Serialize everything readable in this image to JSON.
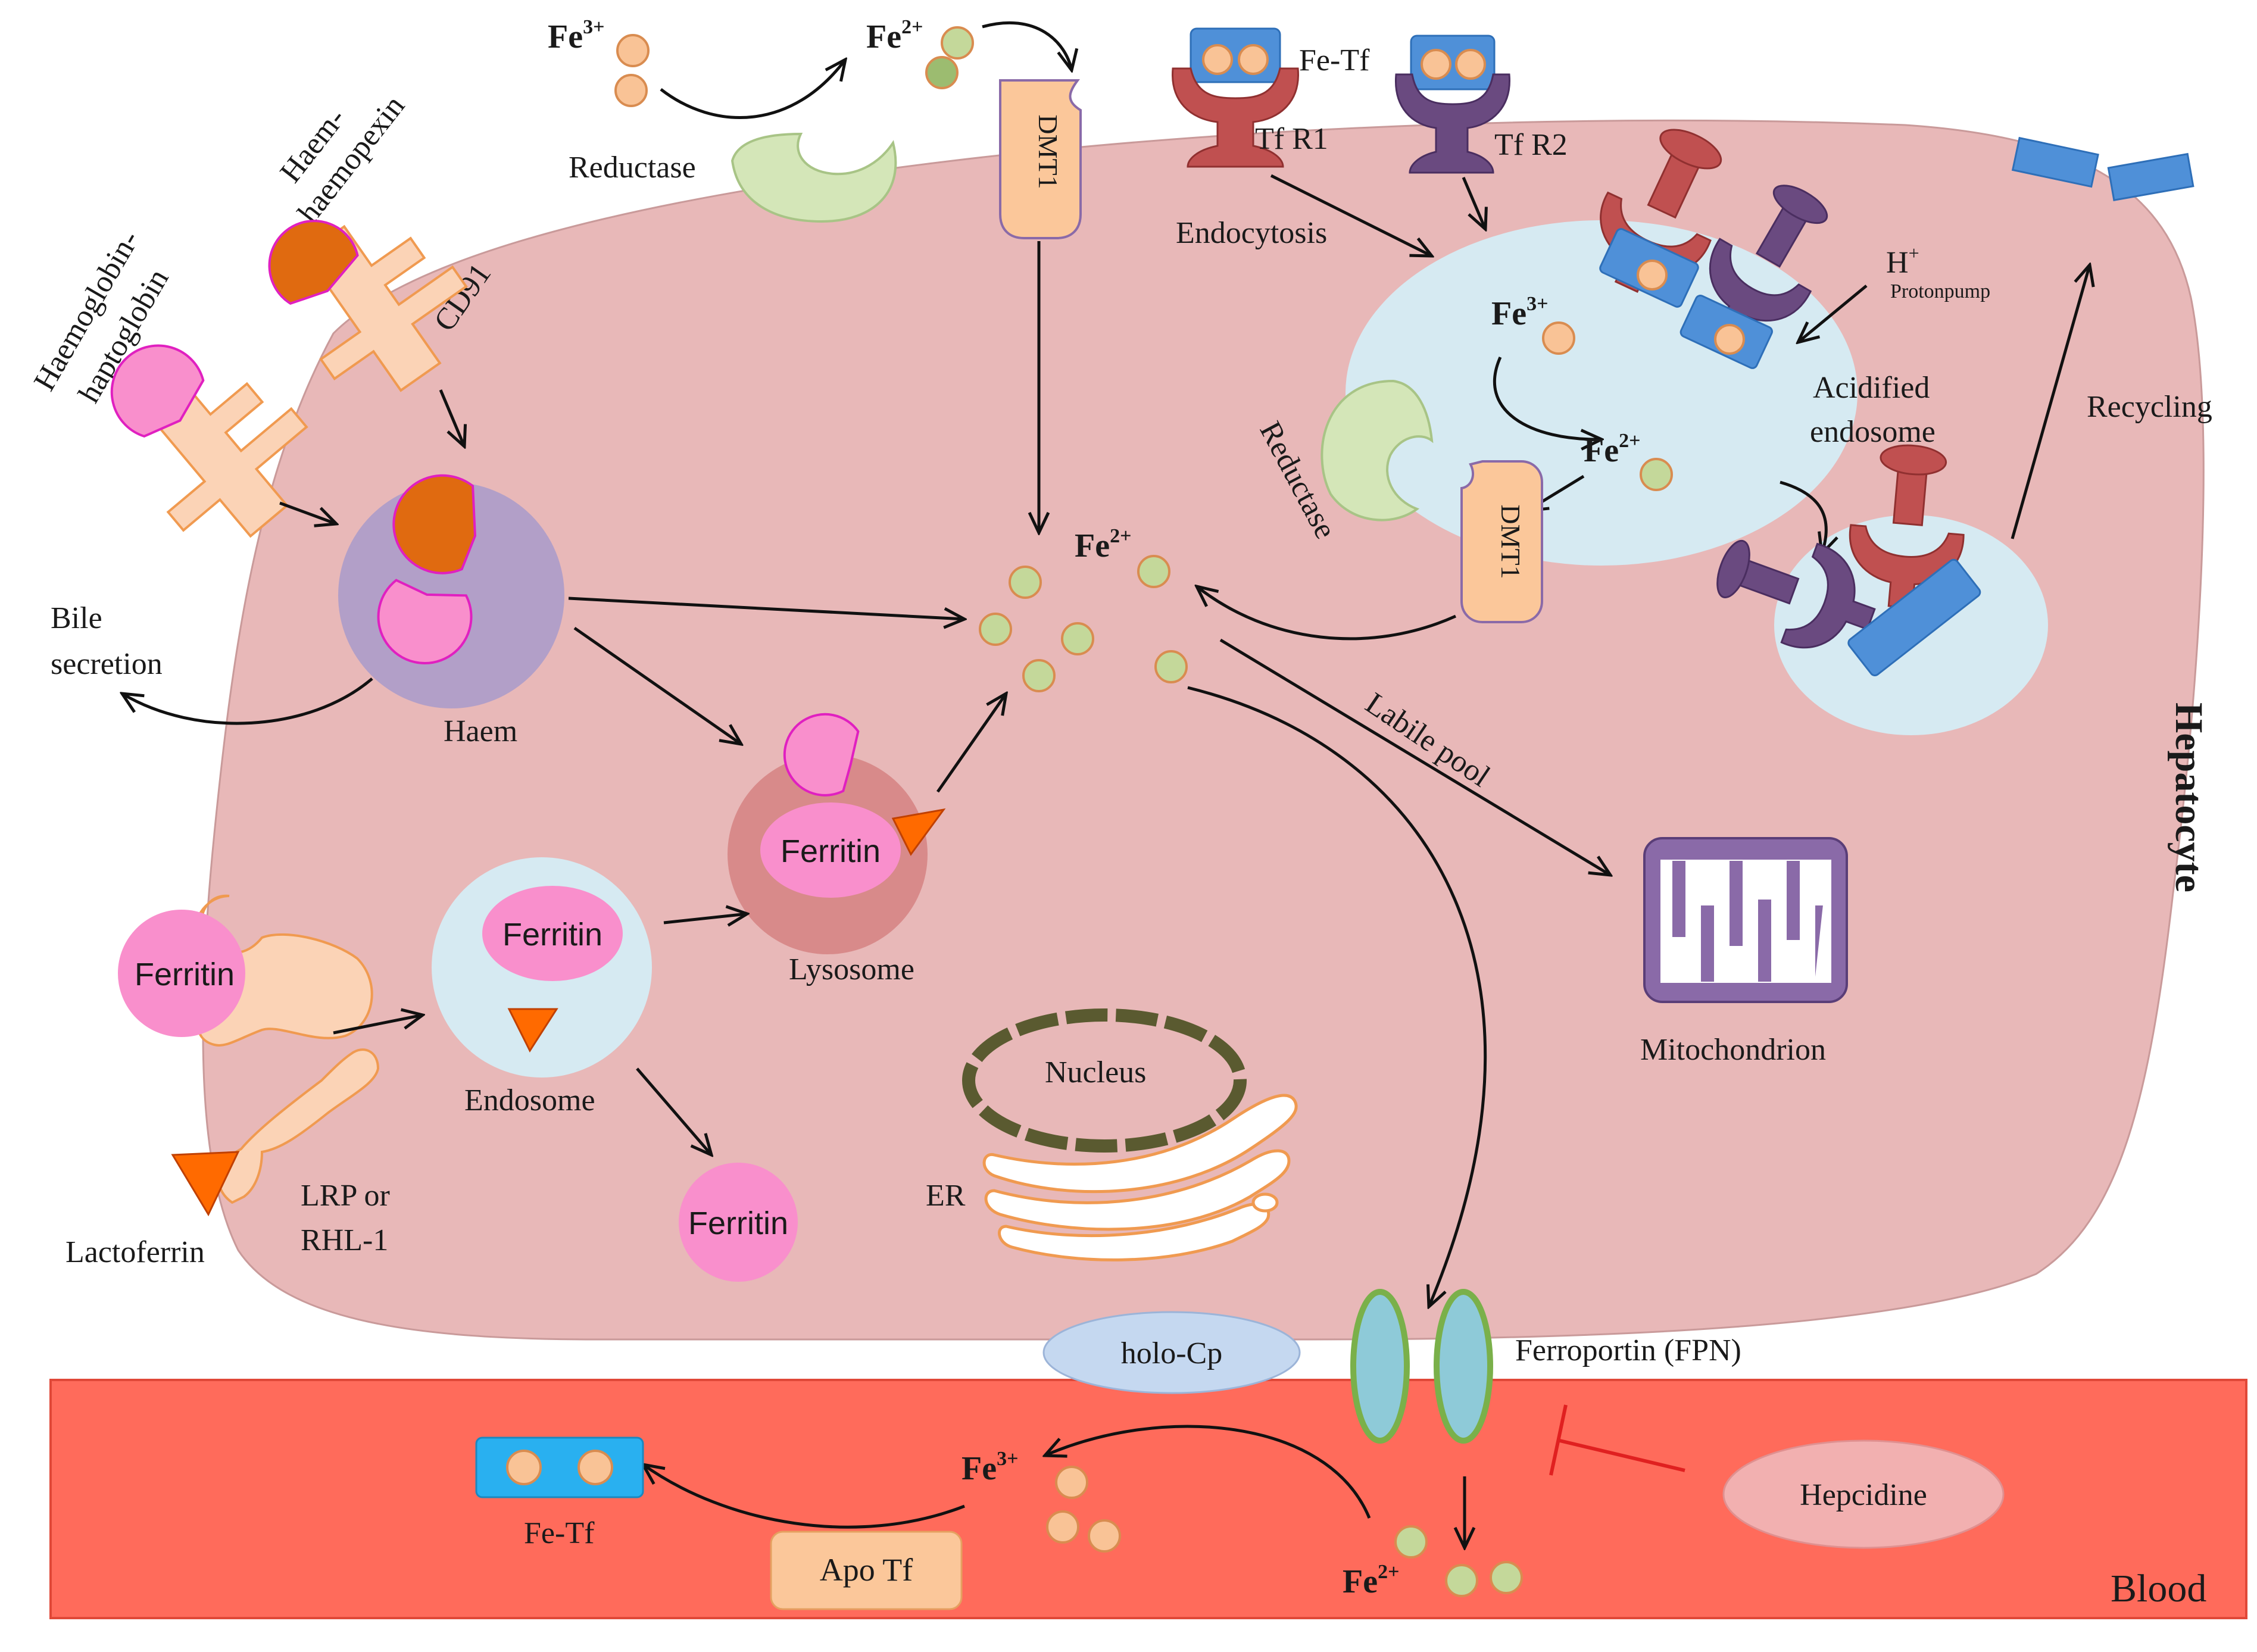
{
  "labels": {
    "fe3_top": "Fe",
    "fe3_top_sup": "3+",
    "fe2_top": "Fe",
    "fe2_top_sup": "2+",
    "reductase_top": "Reductase",
    "dmt1_top": "DMT1",
    "fe_tf_top": "Fe-Tf",
    "tfr1": "Tf R1",
    "tfr2": "Tf R2",
    "endocytosis": "Endocytosis",
    "h_plus": "H",
    "h_plus_sup": "+",
    "protonpump": "Protonpump",
    "acidified_endosome_1": "Acidified",
    "acidified_endosome_2": "endosome",
    "recycling": "Recycling",
    "haem_haemopexin_1": "Haem-",
    "haem_haemopexin_2": "haemopexin",
    "cd91": "CD91",
    "haemoglobin_haptoglobin_1": "Haemoglobin-",
    "haemoglobin_haptoglobin_2": "haptoglobin",
    "fe3_endo": "Fe",
    "fe3_endo_sup": "3+",
    "fe2_endo": "Fe",
    "fe2_endo_sup": "2+",
    "reductase_endo": "Reductase",
    "dmt1_endo": "DMT1",
    "fe2_pool": "Fe",
    "fe2_pool_sup": "2+",
    "bile_1": "Bile",
    "bile_2": "secretion",
    "haem": "Haem",
    "labile_pool": "Labile pool",
    "hepatocyte": "Hepatocyte",
    "ferritin_lyso": "Ferritin",
    "lysosome": "Lysosome",
    "ferritin_endo": "Ferritin",
    "ferritin_receptor": "Ferritin",
    "endosome": "Endosome",
    "mitochondrion": "Mitochondrion",
    "nucleus": "Nucleus",
    "er": "ER",
    "lrp_1": "LRP or",
    "lrp_2": "RHL-1",
    "lactoferrin": "Lactoferrin",
    "ferritin_free": "Ferritin",
    "holo_cp": "holo-Cp",
    "ferroportin": "Ferroportin  (FPN)",
    "fe3_blood": "Fe",
    "fe3_blood_sup": "3+",
    "fe_tf_blood": "Fe-Tf",
    "apo_tf": "Apo Tf",
    "hepcidine": "Hepcidine",
    "fe2_blood": "Fe",
    "fe2_blood_sup": "2+",
    "blood": "Blood"
  },
  "colors": {
    "cell": "#e8b8b8",
    "blood": "#ff6b5b",
    "fe3_ion": "#f9c396",
    "fe2_ion": "#c4d89a",
    "endosome": "#d6eaf2",
    "ferritin": "#f98fcc",
    "haem_vesicle": "#b29fc8",
    "lysosome": "#d88a8a",
    "receptor": "#fbd3b6",
    "tfr1": "#c05050",
    "tfr2": "#6a4a80",
    "transferrin": "#4f90d8",
    "reductase": "#d4e6b8",
    "dmt1": "#fbc79a",
    "mitochondrion": "#8a6aa8",
    "hepcidin_arrow": "#e02020"
  }
}
